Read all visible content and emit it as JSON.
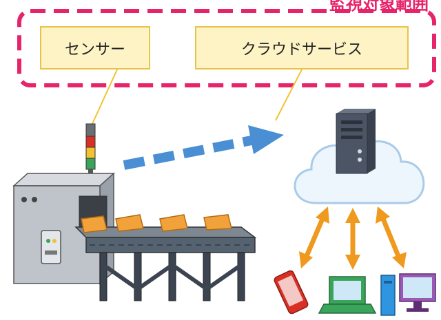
{
  "labels": {
    "sensor": "センサー",
    "cloud_service": "クラウドサービス",
    "banner": "監視対象範囲"
  },
  "colors": {
    "dashed_frame": "#e6246a",
    "label_fill": "#fdf3c5",
    "label_border": "#e8c34b",
    "upload_arrow": "#4a8fd3",
    "sync_arrows": "#ef9a1e",
    "cloud_fill": "#eef6fd",
    "cloud_stroke": "#a9cbe8",
    "server": "#4b5566",
    "machine": "#bfc4cb",
    "conveyor": "#556270",
    "product": "#f1a23a"
  },
  "icons": {
    "sensor_device": "signal-tower-icon",
    "factory_machine": "conveyor-machine-icon",
    "cloud": "cloud-icon",
    "server": "server-icon",
    "smartphone": "smartphone-icon",
    "laptop": "laptop-icon",
    "desktop": "desktop-computer-icon"
  }
}
